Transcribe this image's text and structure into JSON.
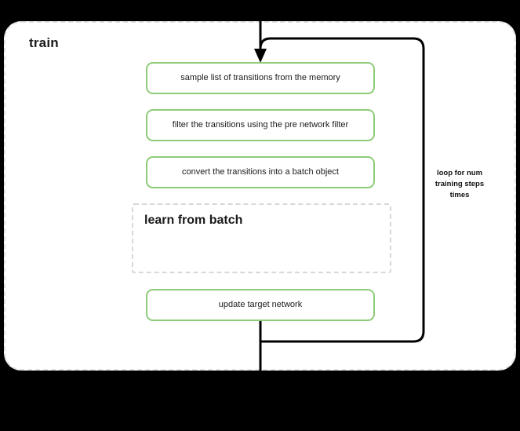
{
  "diagram": {
    "title": "train",
    "steps": [
      {
        "id": "sample",
        "label": "sample list of transitions from the memory"
      },
      {
        "id": "filter",
        "label": "filter the transitions using the pre network filter"
      },
      {
        "id": "convert",
        "label": "convert the transitions into a batch object"
      },
      {
        "id": "update",
        "label": "update target network"
      }
    ],
    "subblock": {
      "id": "learn-from-batch",
      "title": "learn from batch"
    },
    "loop": {
      "label": "loop for num training steps times"
    },
    "colors": {
      "box_border_green": "#8ecb78",
      "container_dashed_gray": "#e2e2e2",
      "subblock_dashed_gray": "#d8d8d8",
      "wire_black": "#000000",
      "box_fill": "#ffffff",
      "text": "#1a1a1a",
      "canvas_background": "#000000"
    }
  }
}
